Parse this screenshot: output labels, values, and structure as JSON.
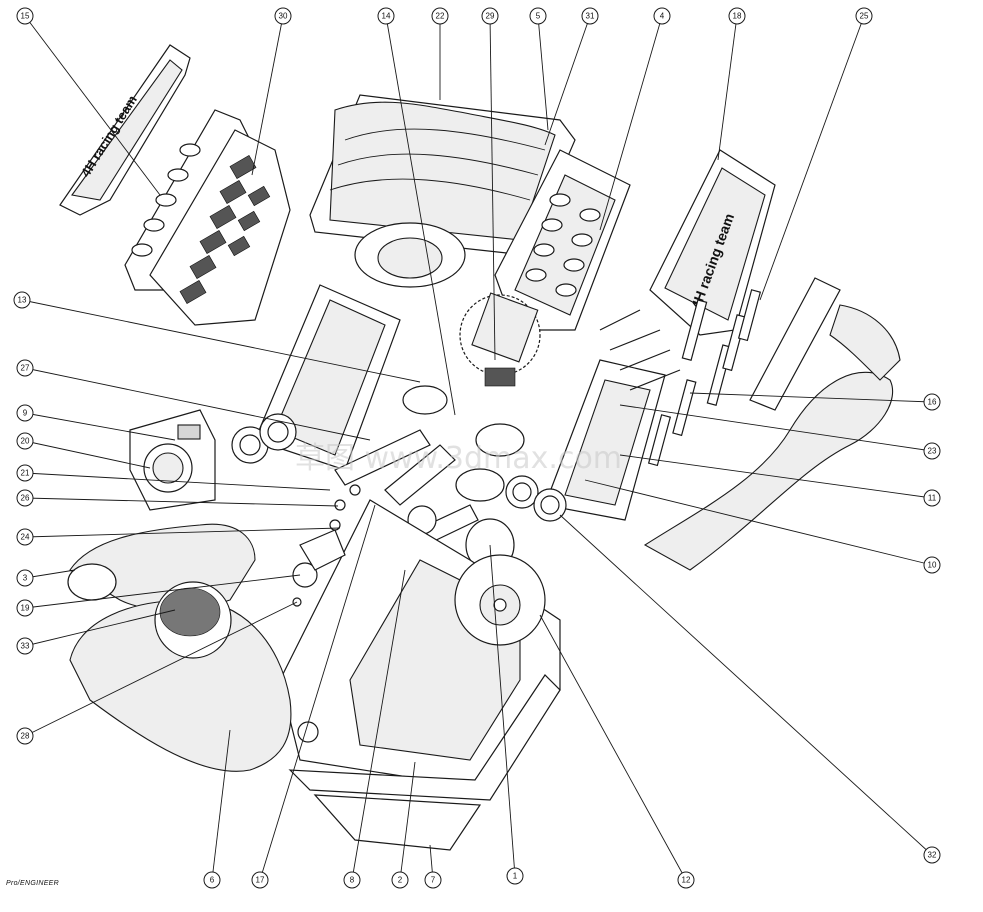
{
  "footer": {
    "software": "Pro/ENGINEER"
  },
  "watermark": {
    "text": "草图 www.3dmax.com"
  },
  "logos": {
    "cover_right": "4H racing team",
    "cover_left": "4H racing team"
  },
  "callouts": [
    {
      "id": "c15",
      "label": "15"
    },
    {
      "id": "c30",
      "label": "30"
    },
    {
      "id": "c14",
      "label": "14"
    },
    {
      "id": "c22",
      "label": "22"
    },
    {
      "id": "c29",
      "label": "29"
    },
    {
      "id": "c5",
      "label": "5"
    },
    {
      "id": "c31",
      "label": "31"
    },
    {
      "id": "c4",
      "label": "4"
    },
    {
      "id": "c18",
      "label": "18"
    },
    {
      "id": "c25",
      "label": "25"
    },
    {
      "id": "c13",
      "label": "13"
    },
    {
      "id": "c27",
      "label": "27"
    },
    {
      "id": "c9",
      "label": "9"
    },
    {
      "id": "c20",
      "label": "20"
    },
    {
      "id": "c21",
      "label": "21"
    },
    {
      "id": "c26",
      "label": "26"
    },
    {
      "id": "c24",
      "label": "24"
    },
    {
      "id": "c3",
      "label": "3"
    },
    {
      "id": "c19",
      "label": "19"
    },
    {
      "id": "c33",
      "label": "33"
    },
    {
      "id": "c28",
      "label": "28"
    },
    {
      "id": "c16",
      "label": "16"
    },
    {
      "id": "c23",
      "label": "23"
    },
    {
      "id": "c11",
      "label": "11"
    },
    {
      "id": "c10",
      "label": "10"
    },
    {
      "id": "c32",
      "label": "32"
    },
    {
      "id": "c6",
      "label": "6"
    },
    {
      "id": "c17",
      "label": "17"
    },
    {
      "id": "c8",
      "label": "8"
    },
    {
      "id": "c2",
      "label": "2"
    },
    {
      "id": "c7",
      "label": "7"
    },
    {
      "id": "c1",
      "label": "1"
    },
    {
      "id": "c12",
      "label": "12"
    }
  ]
}
